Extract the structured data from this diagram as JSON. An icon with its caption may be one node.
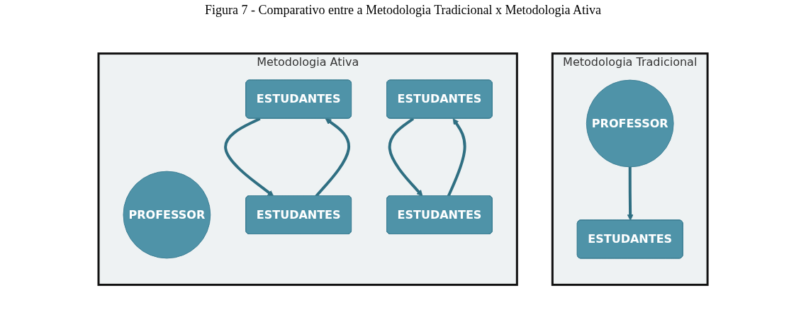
{
  "diagram": {
    "title": "Figura 7 - Comparativo entre a Metodologia Tradicional x Metodologia Ativa",
    "nodes": [
      {
        "text": [
          "Metodologia Tradicional"
        ]
      },
      {
        "text": [
          "PROFESSOR"
        ],
        "in": 0
      },
      {
        "text": [
          "ESTUDANTES"
        ],
        "in": 0
      },
      {
        "text": [
          "Metodologia Ativa"
        ]
      },
      {
        "text": [
          "PROFESSOR"
        ],
        "in": 3
      },
      {
        "text": [
          "ESTUDANTES"
        ],
        "in": 3
      },
      {
        "text": [
          "ESTUDANTES"
        ],
        "in": 3
      },
      {
        "text": [
          "ESTUDANTES"
        ],
        "in": 3
      },
      {
        "text": [
          "ESTUDANTES"
        ],
        "in": 3
      }
    ],
    "edges": [
      {
        "from": 1,
        "to": 2,
        "arrow": "to"
      },
      {
        "from": 5,
        "to": 8,
        "arrow": "to"
      },
      {
        "from": 8,
        "to": 5,
        "arrow": "to"
      },
      {
        "from": 6,
        "to": 7,
        "arrow": "to"
      },
      {
        "from": 7,
        "to": 6,
        "arrow": "to"
      }
    ]
  }
}
